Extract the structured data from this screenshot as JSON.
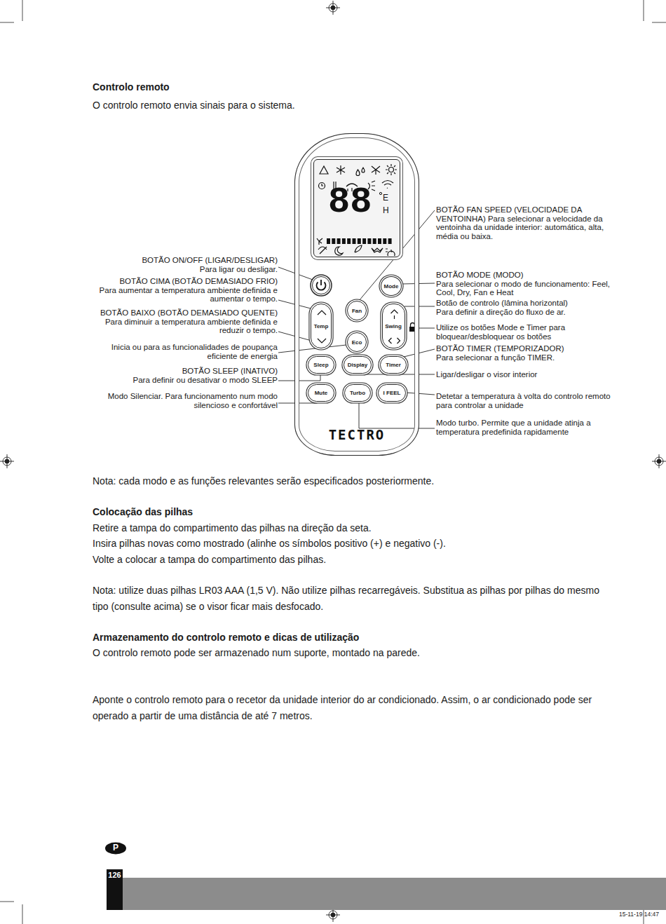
{
  "diagram": {
    "title": "Controlo remoto",
    "nodes": [
      {
        "text": [
          "TECTRO"
        ]
      },
      {
        "text": [
          "88",
          "E",
          "H"
        ],
        "in": 0
      },
      {
        "text": [
          "Fan"
        ],
        "in": 0
      },
      {
        "text": [
          "Mode"
        ],
        "in": 0
      },
      {
        "text": [
          "Temp"
        ],
        "in": 0
      },
      {
        "text": [
          "Swing"
        ],
        "in": 0
      },
      {
        "text": [
          "Eco"
        ],
        "in": 0
      },
      {
        "text": [
          "Sleep"
        ],
        "in": 0
      },
      {
        "text": [
          "Display"
        ],
        "in": 0
      },
      {
        "text": [
          "Timer"
        ],
        "in": 0
      },
      {
        "text": [
          "Mute"
        ],
        "in": 0
      },
      {
        "text": [
          "Turbo"
        ],
        "in": 0
      },
      {
        "text": [
          "I FEEL"
        ],
        "in": 0
      }
    ],
    "labels": [
      "O controlo remoto envia sinais para o sistema.",
      "BOTÃO ON/OFF (LIGAR/DESLIGAR)",
      "Para ligar ou desligar.",
      "BOTÃO CIMA (BOTÃO DEMASIADO FRIO)",
      "Para aumentar a temperatura ambiente definida e aumentar o tempo.",
      "BOTÃO BAIXO (BOTÃO DEMASIADO QUENTE)",
      "Para diminuir a temperatura ambiente definida e reduzir o tempo.",
      "Inicia ou para as funcionalidades de poupança eficiente de energia",
      "BOTÃO SLEEP (INATIVO)",
      "Para definir ou desativar o modo SLEEP",
      "Modo Silenciar. Para funcionamento num modo silencioso e confortável",
      "BOTÃO FAN SPEED (VELOCIDADE DA VENTOINHA) Para selecionar a velocidade da ventoinha da unidade interior: automática, alta, média ou baixa.",
      "BOTÃO MODE (MODO)",
      "Para selecionar o modo de funcionamento: Feel, Cool, Dry, Fan e Heat",
      "Botão de controlo (lâmina horizontal)",
      "Para definir a direção do fluxo de ar.",
      "Utilize os botões Mode e Timer para bloquear/desbloquear os botões",
      "BOTÃO TIMER (TEMPORIZADOR)",
      "Para selecionar a função TIMER.",
      "Ligar/desligar o visor interior",
      "Detetar a temperatura à volta do controlo remoto para controlar a unidade",
      "Modo turbo. Permite que a unidade atinja a temperatura predefinida rapidamente",
      "Nota: cada modo e as funções relevantes serão especificados posteriormente.",
      "Colocação das pilhas",
      "Retire a tampa do compartimento das pilhas na direção da seta.",
      "Insira pilhas novas como mostrado (alinhe os símbolos positivo (+) e negativo (-).",
      "Volte a colocar a tampa do compartimento das pilhas.",
      "Nota: utilize duas pilhas LR03 AAA (1,5 V). Não utilize pilhas recarregáveis. Substitua as pilhas por pilhas do mesmo tipo (consulte acima) se o visor ficar mais desfocado.",
      "Armazenamento do controlo remoto e dicas de utilização",
      "O controlo remoto pode ser armazenado num suporte, montado na parede.",
      "Aponte o controlo remoto para o recetor da unidade interior do ar condicionado. Assim, o ar condicionado pode ser operado a partir de uma distância de até 7 metros.",
      "P",
      "126",
      "15-11-19 14:47"
    ]
  }
}
